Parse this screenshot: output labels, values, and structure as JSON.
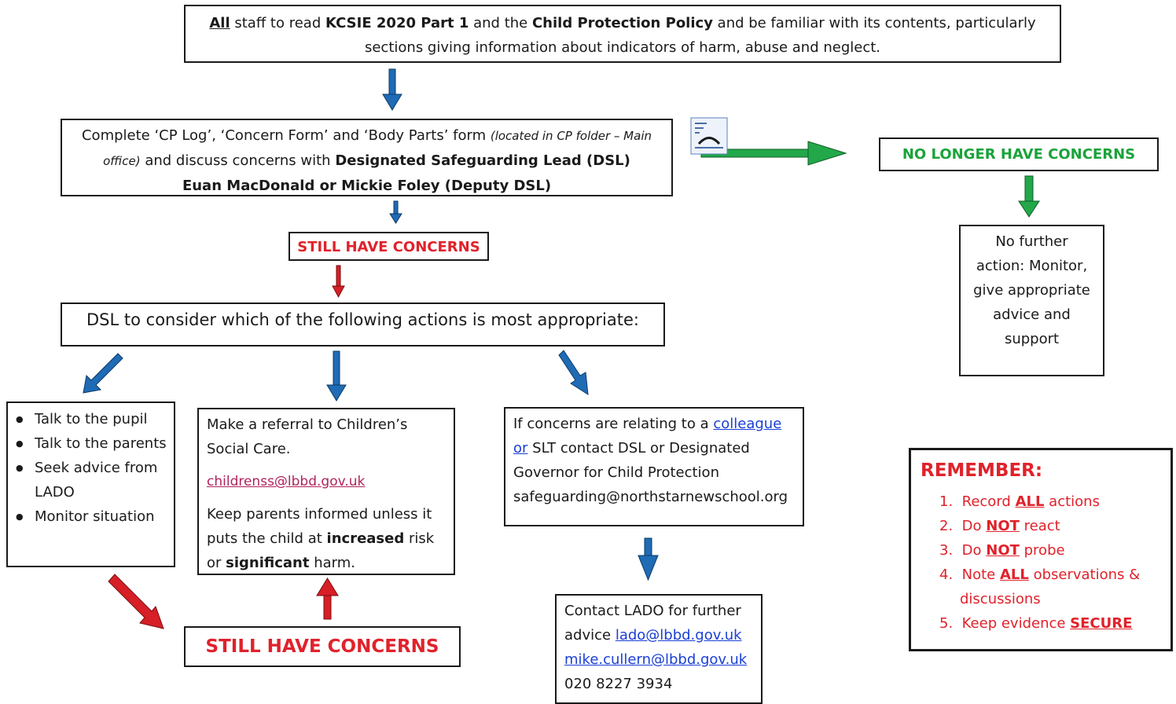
{
  "box1": {
    "p1": "All",
    "p2": " staff to read ",
    "p3": "KCSIE 2020 Part 1",
    "p4": " and the ",
    "p5": "Child Protection Policy",
    "p6": " and be familiar with its contents, particularly sections giving information about indicators of harm, abuse and neglect."
  },
  "box2": {
    "p1": "Complete ‘CP Log’,  ‘Concern Form’ and ‘Body Parts’ form ",
    "p2": "(located in CP folder – Main office)",
    "p3": " and discuss concerns with ",
    "p4": "Designated Safeguarding Lead (DSL)",
    "p5": "Euan MacDonald or Mickie Foley (Deputy DSL)"
  },
  "still_concerns_small": "STILL HAVE CONCERNS",
  "no_longer": "NO LONGER HAVE CONCERNS",
  "no_further": "No further action: Monitor, give appropriate advice and support",
  "dsl_consider": "DSL to consider which of the following actions is most appropriate:",
  "bullets": [
    "Talk to the pupil",
    "Talk to the parents",
    "Seek advice from LADO",
    "Monitor situation"
  ],
  "referral": {
    "p1": "Make a referral to Children’s Social Care.",
    "email": "childrenss@lbbd.gov.uk",
    "p2": "Keep parents informed unless it puts the child at ",
    "p3": "increased",
    "p4": " risk or ",
    "p5": "significant",
    "p6": " harm."
  },
  "colleague": {
    "p1": "If concerns are relating to a ",
    "p2": "colleague or",
    "p3": " SLT contact DSL or Designated Governor for Child Protection safeguarding@northstarnewschool.org"
  },
  "lado": {
    "p1": "Contact LADO for further advice  ",
    "email1": "lado@lbbd.gov.uk",
    "email2": "mike.cullern@lbbd.gov.uk",
    "phone": "020 8227 3934"
  },
  "still_concerns_big": "STILL HAVE CONCERNS",
  "remember": {
    "title": "REMEMBER:",
    "items": [
      {
        "num": "1.",
        "a": "Record ",
        "b": "ALL",
        "c": " actions"
      },
      {
        "num": "2.",
        "a": "Do ",
        "b": "NOT",
        "c": " react"
      },
      {
        "num": "3.",
        "a": "Do ",
        "b": "NOT",
        "c": " probe"
      },
      {
        "num": "4.",
        "a": "Note ",
        "b": "ALL",
        "c": " observations & discussions"
      },
      {
        "num": "5.",
        "a": "Keep evidence ",
        "b": "SECURE",
        "c": ""
      }
    ]
  },
  "colors": {
    "blue_arrow": "#1f6bb5",
    "red_arrow": "#d61f26",
    "green_arrow": "#22a84a",
    "red_text": "#e0222b",
    "green_text": "#1aa33a"
  }
}
